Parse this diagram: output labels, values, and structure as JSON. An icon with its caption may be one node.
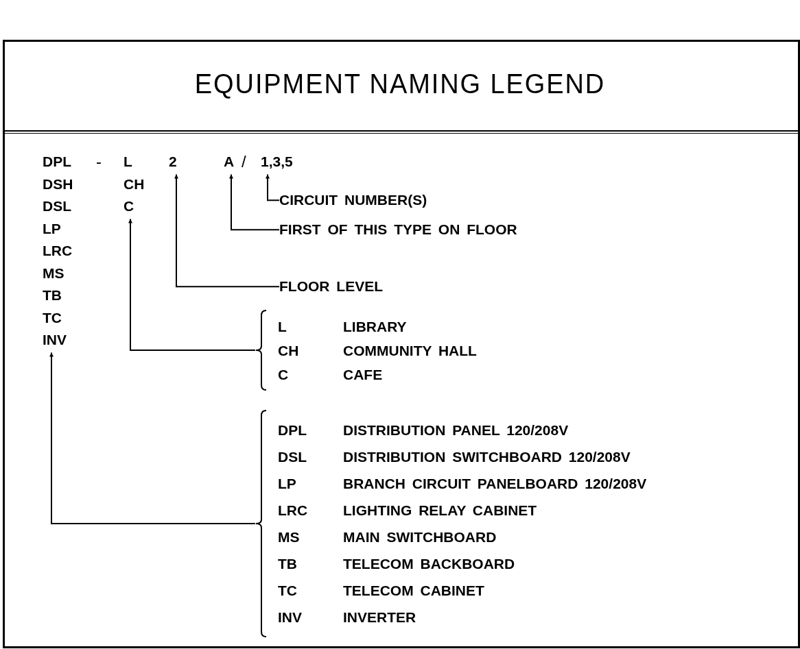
{
  "diagram": {
    "title": "EQUIPMENT NAMING LEGEND",
    "nodes": [
      {
        "text": [
          "DPL DSH DSL LP LRC MS TB TC INV"
        ]
      },
      {
        "text": [
          "L CH C"
        ]
      },
      {
        "text": [
          "2"
        ]
      },
      {
        "text": [
          "A"
        ]
      },
      {
        "text": [
          "1,3,5"
        ]
      },
      {
        "text": [
          "CIRCUIT NUMBER(S)"
        ]
      },
      {
        "text": [
          "FIRST OF THIS TYPE ON FLOOR"
        ]
      },
      {
        "text": [
          "FLOOR LEVEL"
        ]
      },
      {
        "text": [
          "L",
          "LIBRARY",
          "CH",
          "COMMUNITY HALL",
          "C",
          "CAFE"
        ]
      },
      {
        "text": [
          "DPL",
          "DISTRIBUTION PANEL 120/208V",
          "DSL",
          "DISTRIBUTION SWITCHBOARD 120/208V",
          "LP",
          "BRANCH CIRCUIT PANELBOARD 120/208V",
          "LRC",
          "LIGHTING RELAY CABINET",
          "MS",
          "MAIN SWITCHBOARD",
          "TB",
          "TELECOM BACKBOARD",
          "TC",
          "TELECOM CABINET",
          "INV",
          "INVERTER"
        ]
      }
    ],
    "edges": [
      {
        "from": 5,
        "to": 4,
        "arrow": "to"
      },
      {
        "from": 6,
        "to": 3,
        "arrow": "to"
      },
      {
        "from": 7,
        "to": 2,
        "arrow": "to"
      },
      {
        "from": 8,
        "to": 1,
        "arrow": "to"
      },
      {
        "from": 9,
        "to": 0,
        "arrow": "to"
      }
    ],
    "labels": [
      "-",
      "/"
    ]
  }
}
